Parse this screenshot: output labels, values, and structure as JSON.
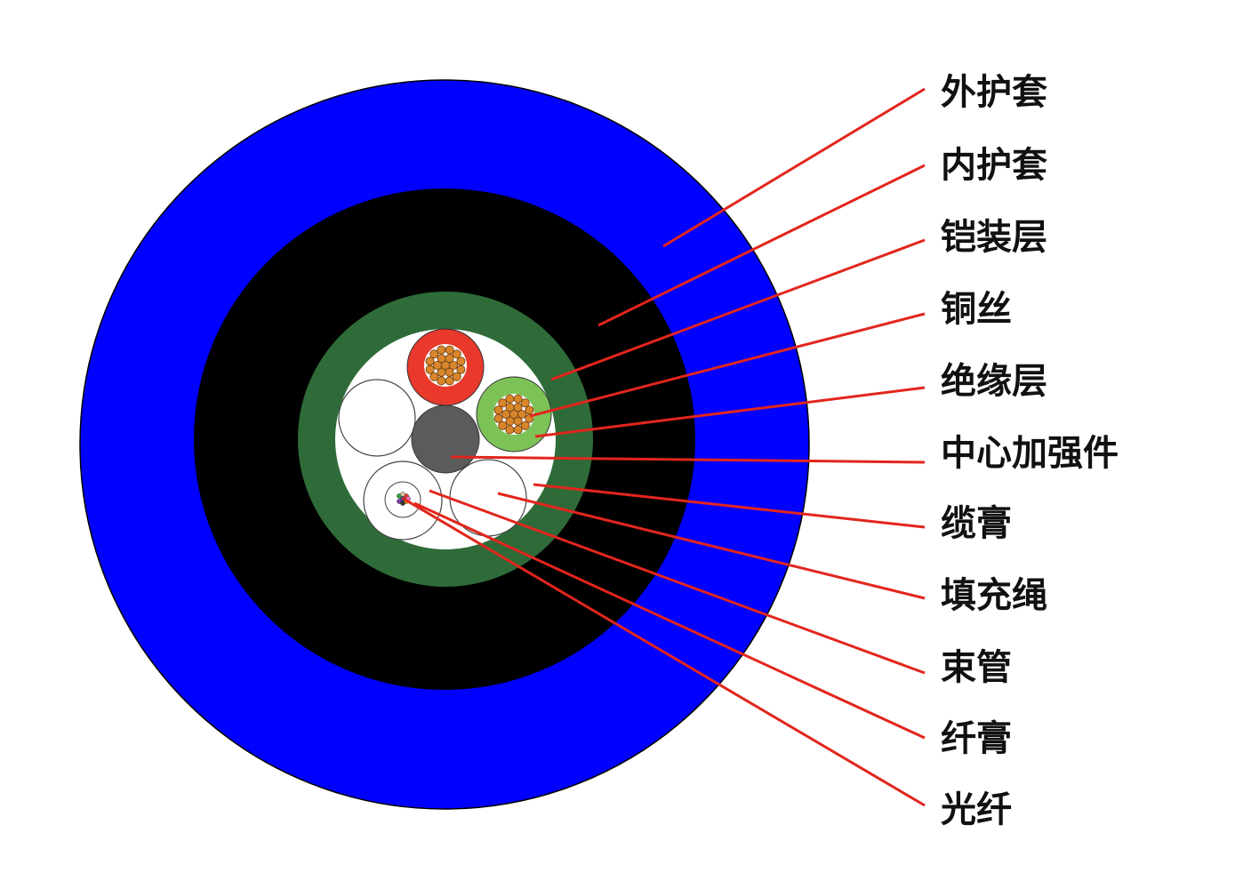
{
  "labels": {
    "outer_jacket": "外护套",
    "inner_jacket": "内护套",
    "armor_layer": "铠装层",
    "copper_wire": "铜丝",
    "insulation_layer": "绝缘层",
    "central_strength_member": "中心加强件",
    "cable_gel": "缆膏",
    "filler_rope": "填充绳",
    "loose_tube": "束管",
    "fiber_gel": "纤膏",
    "optical_fiber": "光纤"
  },
  "colors": {
    "outer_jacket": "#0000ff",
    "inner_jacket": "#000000",
    "armor_layer": "#2e6b38",
    "core_fill": "#ffffff",
    "red_insulation": "#e8392c",
    "green_insulation": "#7dc257",
    "copper": "#d9862b",
    "strength_member": "#5b5b5b",
    "leader_line": "#e2261d"
  }
}
